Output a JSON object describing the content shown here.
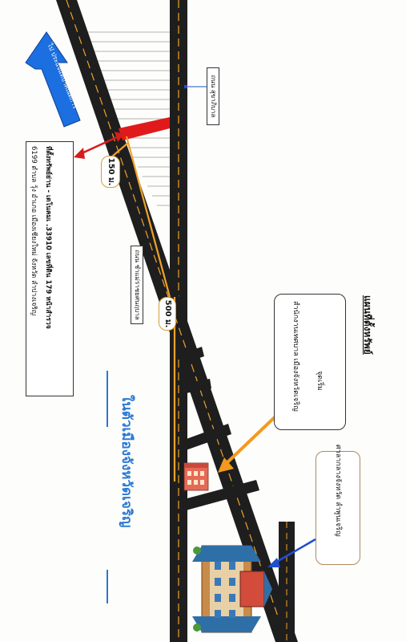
{
  "map": {
    "title": "แผนที่ตั้งหรัพย์",
    "direction_arrow": "ไป ประแจแทบฯคณิตการ",
    "roads": {
      "main": "ถนน สุขาภิบาล",
      "secondary": "ถนน ชำแม่ราชยศนฤบาล"
    },
    "distances": {
      "near": "150 ม.",
      "far": "500 ม."
    },
    "property_box": {
      "line1": "ที่ตั้งทรัพย์ย่าน - เดโนคมเ .33910 เลขที่ดิน 179 หน้าสำรวจ",
      "line2": "6199 ตำบล วุ้ง อำเภอ เมืองเชียงใหม่ จังหวัด ลำปางเจริญ"
    },
    "landmark1": {
      "label_top": "จุดเริ่ม",
      "label_main": "สำนักงานเทศบาล เมืองจังหวัดเจริญ"
    },
    "landmark2": {
      "label": "ศาลากลางจังหวัด ลำพูนเจริญ"
    },
    "bottom_caption": "ในตัวเมืองจังหวัดเจริญ",
    "colors": {
      "road": "#1e1e1e",
      "road_line": "#f0a22a",
      "property": "#e01a1a",
      "direction": "#1b6fe0",
      "pointer_red": "#d81b1b",
      "pointer_orange": "#f39a1e",
      "pointer_blue": "#1f4fcf"
    }
  }
}
